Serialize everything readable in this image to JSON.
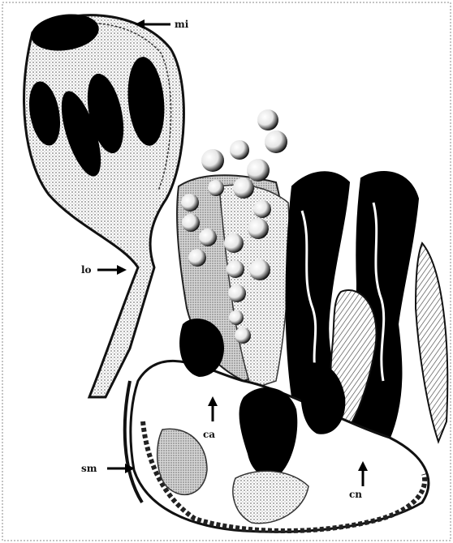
{
  "figure": {
    "labels": {
      "top_right": "mi",
      "left_mid": "lo",
      "left_bottom": "sm",
      "bottom_center_left": "ca",
      "bottom_right": "cn"
    },
    "colors": {
      "ink": "#000000",
      "paper": "#ffffff",
      "stipple": "#9a9a9a",
      "light_stipple": "#c8c8c8"
    }
  }
}
